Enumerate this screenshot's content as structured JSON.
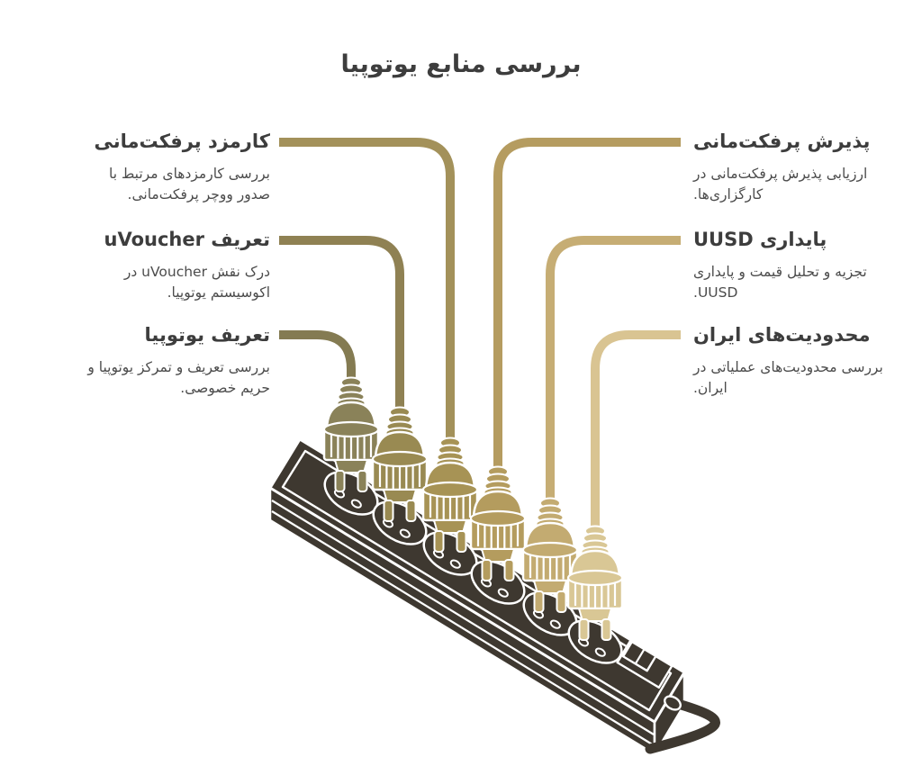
{
  "title": "بررسی منابع یوتوپیا",
  "colors": {
    "background": "#ffffff",
    "strip_body": "#3e3830",
    "title_text": "#3d3d3d",
    "heading_text": "#3d3d3d",
    "description_text": "#4c4c4c"
  },
  "left_items": [
    {
      "heading": "کارمزد پرفکت‌مانی",
      "description": "بررسی کارمزدهای مرتبط با صدور ووچر پرفکت‌مانی.",
      "line_color": "#a3915a",
      "plug_color": "#a79355"
    },
    {
      "heading": "تعریف uVoucher",
      "description": "درک نقش uVoucher در اکوسیستم یوتوپیا.",
      "line_color": "#8f8153",
      "plug_color": "#998a52"
    },
    {
      "heading": "تعریف یوتوپیا",
      "description": "بررسی تعریف و تمرکز یوتوپیا و حریم خصوصی.",
      "line_color": "#847b52",
      "plug_color": "#8a8259"
    }
  ],
  "right_items": [
    {
      "heading": "پذیرش پرفکت‌مانی",
      "description": "ارزیابی پذیرش پرفکت‌مانی در کارگزاری‌ها.",
      "line_color": "#b59c60",
      "plug_color": "#b49c5e"
    },
    {
      "heading": "پایداری UUSD",
      "description": "تجزیه و تحلیل قیمت و پایداری UUSD‎.",
      "line_color": "#c6ad74",
      "plug_color": "#c3ab71"
    },
    {
      "heading": "محدودیت‌های ایران",
      "description": "بررسی محدودیت‌های عملیاتی در ایران.",
      "line_color": "#d9c492",
      "plug_color": "#d9c795"
    }
  ]
}
